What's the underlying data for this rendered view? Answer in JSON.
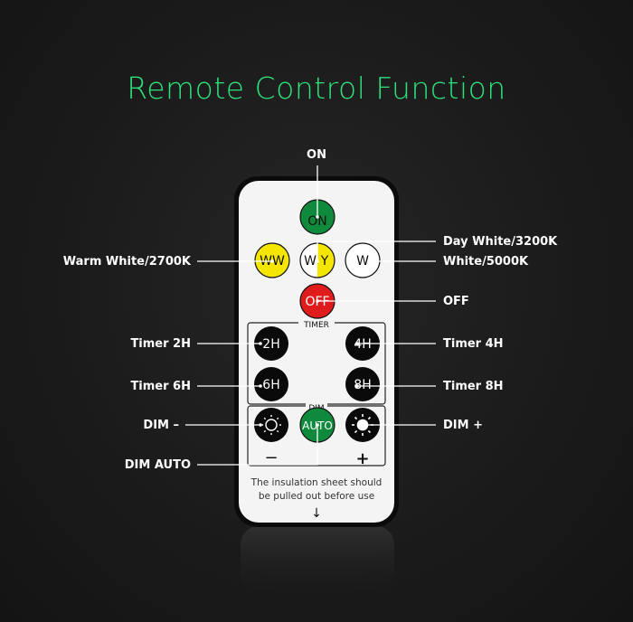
{
  "title": "Remote Control Function",
  "buttons": {
    "on": "ON",
    "ww": "WW",
    "wy_w": "W",
    "wy_y": "Y",
    "w": "W",
    "off": "OFF",
    "t2": "2H",
    "t4": "4H",
    "t6": "6H",
    "t8": "8H",
    "auto": "AUTO"
  },
  "groups": {
    "timer": "TIMER",
    "dim": "DIM"
  },
  "symbols": {
    "minus": "−",
    "plus": "+",
    "arrow": "↓"
  },
  "note": {
    "line1": "The insulation sheet should",
    "line2": "be pulled out before use"
  },
  "labels": {
    "on": "ON",
    "day_white": "Day White/3200K",
    "warm_white": "Warm White/2700K",
    "white": "White/5000K",
    "off": "OFF",
    "timer2": "Timer 2H",
    "timer4": "Timer 4H",
    "timer6": "Timer 6H",
    "timer8": "Timer 8H",
    "dim_minus": "DIM –",
    "dim_plus": "DIM +",
    "dim_auto": "DIM AUTO"
  },
  "colors": {
    "title": "#2ee07a",
    "green": "#0f8a3c",
    "yellow": "#f5e600",
    "red": "#e01b1b",
    "black": "#0a0a0a"
  }
}
